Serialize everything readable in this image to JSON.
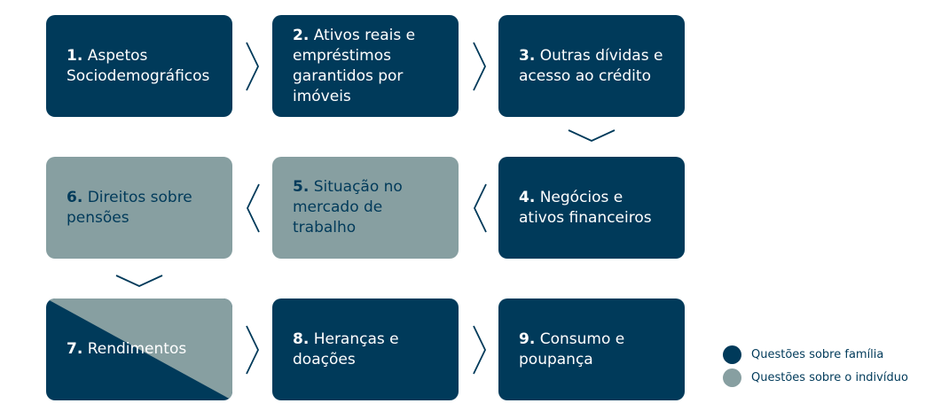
{
  "colors": {
    "family": "#003a5a",
    "individual": "#879fa1",
    "arrow": "#003a5a"
  },
  "steps": [
    {
      "num": "1.",
      "label": "Aspetos Sociodemográficos",
      "type": "family"
    },
    {
      "num": "2.",
      "label": "Ativos reais e empréstimos garantidos por imóveis",
      "type": "family"
    },
    {
      "num": "3.",
      "label": "Outras dívidas e acesso ao crédito",
      "type": "family"
    },
    {
      "num": "4.",
      "label": "Negócios e ativos financeiros",
      "type": "family"
    },
    {
      "num": "5.",
      "label": "Situação no mercado de trabalho",
      "type": "individual"
    },
    {
      "num": "6.",
      "label": "Direitos sobre pensões",
      "type": "individual"
    },
    {
      "num": "7.",
      "label": "Rendimentos",
      "type": "mixed"
    },
    {
      "num": "8.",
      "label": "Heranças e doações",
      "type": "family"
    },
    {
      "num": "9.",
      "label": "Consumo e poupança",
      "type": "family"
    }
  ],
  "legend": [
    {
      "label": "Questões sobre família",
      "color": "#003a5a"
    },
    {
      "label": "Questões sobre o indivíduo",
      "color": "#879fa1"
    }
  ]
}
